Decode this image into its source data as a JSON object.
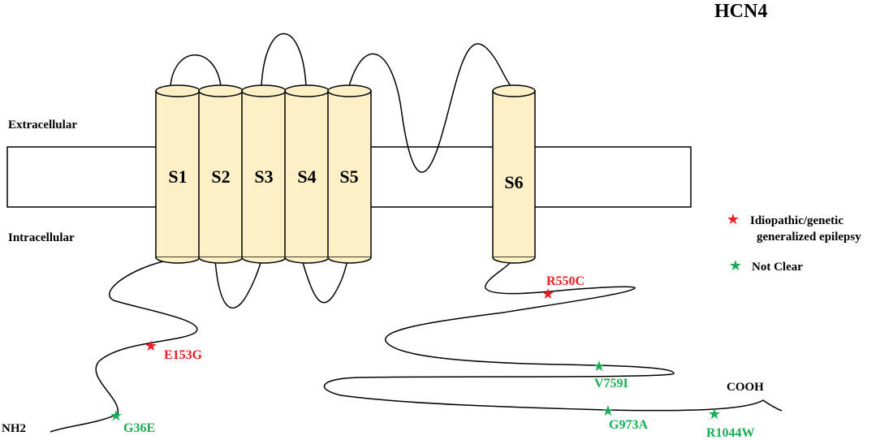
{
  "title": "HCN4",
  "regions": {
    "extracellular": "Extracellular",
    "intracellular": "Intracellular"
  },
  "segments": [
    "S1",
    "S2",
    "S3",
    "S4",
    "S5",
    "S6"
  ],
  "termini": {
    "n": "NH2",
    "c": "COOH"
  },
  "mutations": [
    {
      "label": "E153G",
      "category": "epilepsy"
    },
    {
      "label": "G36E",
      "category": "unclear"
    },
    {
      "label": "R550C",
      "category": "epilepsy"
    },
    {
      "label": "V759I",
      "category": "unclear"
    },
    {
      "label": "G973A",
      "category": "unclear"
    },
    {
      "label": "R1044W",
      "category": "unclear"
    }
  ],
  "legend": {
    "epilepsy_line1": "Idiopathic/genetic",
    "epilepsy_line2": "generalized epilepsy",
    "unclear": "Not Clear"
  },
  "colors": {
    "epilepsy": "#ee1c25",
    "unclear": "#1aad54",
    "cylinder_fill": "#fdefc6",
    "stroke": "#000000"
  }
}
